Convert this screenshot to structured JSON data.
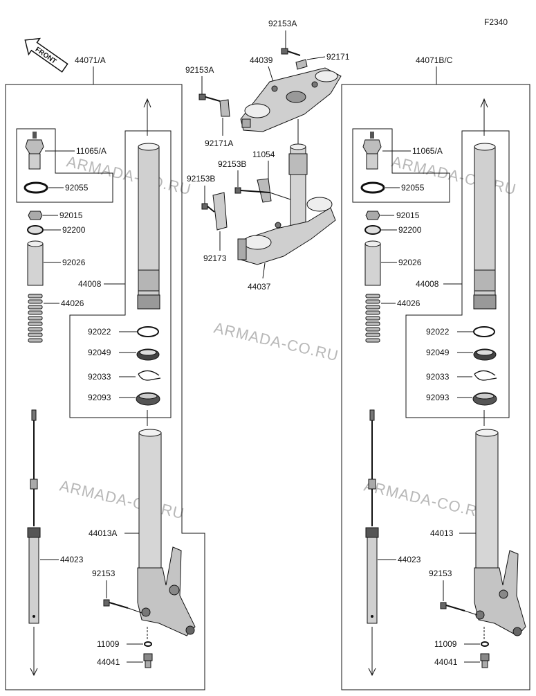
{
  "diagram": {
    "figure_code": "F2340",
    "front_label": "FRONT",
    "watermark": "ARMADA-CO.RU",
    "left_fork": {
      "assembly": "44071/A",
      "cap": "11065/A",
      "oring": "92055",
      "nut": "92015",
      "washer": "92200",
      "collar": "92026",
      "inner_tube": "44008",
      "spring": "44026",
      "ring": "92022",
      "oil_seal": "92049",
      "clip": "92033",
      "dust_seal": "92093",
      "outer_tube": "44013A",
      "cylinder": "44023",
      "bolt": "92153",
      "gasket": "11009",
      "drain_bolt": "44041"
    },
    "right_fork": {
      "assembly": "44071B/C",
      "cap": "11065/A",
      "oring": "92055",
      "nut": "92015",
      "washer": "92200",
      "collar": "92026",
      "inner_tube": "44008",
      "spring": "44026",
      "ring": "92022",
      "oil_seal": "92049",
      "clip": "92033",
      "dust_seal": "92093",
      "outer_tube": "44013",
      "cylinder": "44023",
      "bolt": "92153",
      "gasket": "11009",
      "drain_bolt": "44041"
    },
    "center": {
      "bolt_top": "92153A",
      "bracket_top": "92171",
      "upper_bracket": "44039",
      "bolt_left": "92153A",
      "bracket_left": "92171A",
      "bolt_b1": "92153B",
      "bolt_b2": "92153B",
      "stem_part": "11054",
      "clamp": "92173",
      "lower_bracket": "44037"
    }
  }
}
